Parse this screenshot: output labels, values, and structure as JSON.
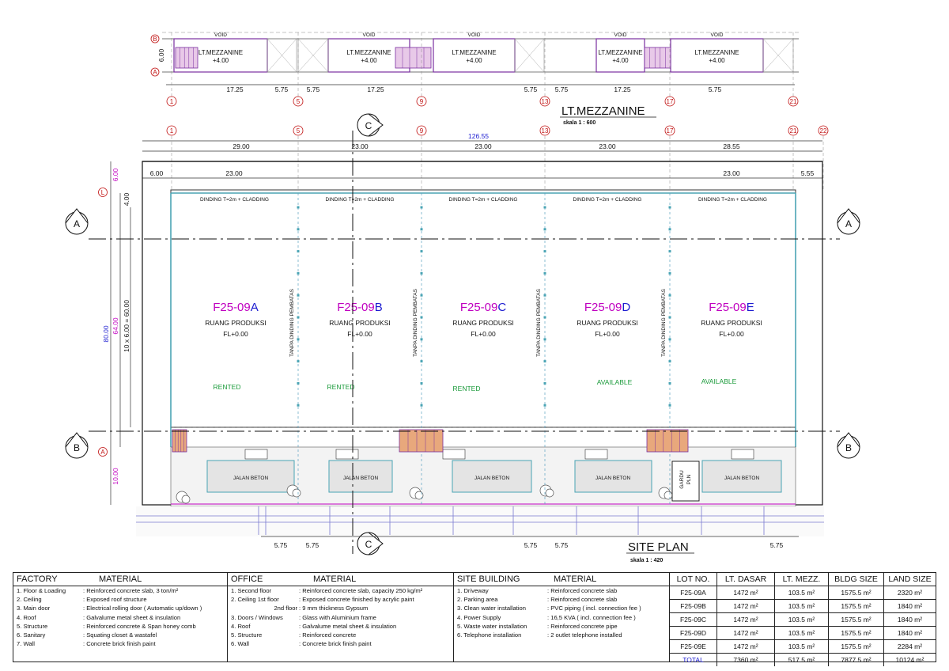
{
  "titles": {
    "mezzanine": "LT.MEZZANINE",
    "mezzanine_scale": "skala   1  :  600",
    "site": "SITE PLAN",
    "site_scale": "skala    1   :  420"
  },
  "mezzanine": {
    "void_label": "VOID",
    "unit_label": "LT.MEZZANINE",
    "unit_level": "+4.00",
    "height_dim": "6.00",
    "grid_letters": [
      "B",
      "A"
    ],
    "axes": [
      "1",
      "5",
      "9",
      "13",
      "17",
      "21"
    ],
    "dims": [
      "17.25",
      "5.75",
      "5.75",
      "17.25",
      "5.75",
      "5.75",
      "17.25",
      "5.75"
    ]
  },
  "site_plan": {
    "axes_top": [
      "1",
      "5",
      "9",
      "13",
      "17",
      "21",
      "22"
    ],
    "overall_width": "126.55",
    "bay_widths": [
      "29.00",
      "23.00",
      "23.00",
      "23.00",
      "28.55"
    ],
    "second_row_dims": [
      "6.00",
      "23.00",
      "23.00",
      "5.55"
    ],
    "left_dims": {
      "total": "80.00",
      "depth": "64.00",
      "bays": "10  x  6.00  =  60.00",
      "top": "4.00",
      "front": "6.00",
      "rear": "10.00"
    },
    "grid_labels": {
      "L": "L",
      "A": "A"
    },
    "section_marks": [
      "A",
      "B",
      "C"
    ],
    "wall_note": "DINDING T=2m + CLADDING",
    "partition_note": "TANPA DINDING PEMBATAS",
    "road_label": "JALAN BETON",
    "gardu": [
      "GARDU",
      "PLN"
    ],
    "bottom_dims": [
      "5.75",
      "5.75",
      "5.75",
      "5.75",
      "5.75"
    ],
    "units": [
      {
        "code": "F25-09",
        "letter": "A",
        "room": "RUANG PRODUKSI",
        "level": "FL+0.00",
        "status": "RENTED"
      },
      {
        "code": "F25-09",
        "letter": "B",
        "room": "RUANG PRODUKSI",
        "level": "FL+0.00",
        "status": "RENTED"
      },
      {
        "code": "F25-09",
        "letter": "C",
        "room": "RUANG PRODUKSI",
        "level": "FL+0.00",
        "status": "RENTED"
      },
      {
        "code": "F25-09",
        "letter": "D",
        "room": "RUANG PRODUKSI",
        "level": "FL+0.00",
        "status": "AVAILABLE"
      },
      {
        "code": "F25-09",
        "letter": "E",
        "room": "RUANG PRODUKSI",
        "level": "FL+0.00",
        "status": "AVAILABLE"
      }
    ]
  },
  "factory": {
    "head": [
      "FACTORY",
      "MATERIAL"
    ],
    "rows": [
      [
        "1. Floor & Loading",
        ": Reinforced concrete slab, 3 ton/m²"
      ],
      [
        "2. Ceiling",
        ": Exposed roof structure"
      ],
      [
        "3. Main door",
        ": Electrical rolling door  ( Automatic up/down )"
      ],
      [
        "4. Roof",
        ": Galvalume metal sheet & insulation"
      ],
      [
        "5. Structure",
        ": Reinforced concrete & Span honey comb"
      ],
      [
        "6. Sanitary",
        ": Squating closet & wastafel"
      ],
      [
        "7. Wall",
        ": Concrete brick finish paint"
      ]
    ]
  },
  "office": {
    "head": [
      "OFFICE",
      "MATERIAL"
    ],
    "rows": [
      [
        "1. Second floor",
        ": Reinforced concrete slab, capacity 250 kg/m²"
      ],
      [
        "2. Ceiling   1st floor",
        ": Exposed concrete finished by acrylic paint"
      ],
      [
        "2nd floor",
        ": 9 mm thickness Gypsum"
      ],
      [
        "3. Doors / Windows",
        ": Glass with Aluminium frame"
      ],
      [
        "4. Roof",
        ": Galvalume metal sheet & insulation"
      ],
      [
        "5. Structure",
        ": Reinforced concrete"
      ],
      [
        "6. Wall",
        ": Concrete brick finish paint"
      ]
    ]
  },
  "site_building": {
    "head": [
      "SITE BUILDING",
      "MATERIAL"
    ],
    "rows": [
      [
        "1. Driveway",
        ": Reinforced concrete slab"
      ],
      [
        "2. Parking area",
        ": Reinforced concrete slab"
      ],
      [
        "3. Clean water installation",
        ": PVC piping  ( incl. connection fee )"
      ],
      [
        "4. Power Supply",
        ": 16,5 KVA  ( incl. connection fee )"
      ],
      [
        "5. Waste water installation",
        ": Reinforced concrete pipe"
      ],
      [
        "6. Telephone installation",
        ": 2 outlet telephone installed"
      ]
    ]
  },
  "lots": {
    "head": [
      "LOT NO.",
      "LT. DASAR",
      "LT. MEZZ.",
      "BLDG SIZE",
      "LAND SIZE"
    ],
    "rows": [
      [
        "F25-09A",
        "1472 m²",
        "103.5  m²",
        "1575.5  m²",
        "2320  m²"
      ],
      [
        "F25-09B",
        "1472 m²",
        "103.5  m²",
        "1575.5  m²",
        "1840  m²"
      ],
      [
        "F25-09C",
        "1472 m²",
        "103.5  m²",
        "1575.5  m²",
        "1840  m²"
      ],
      [
        "F25-09D",
        "1472 m²",
        "103.5  m²",
        "1575.5  m²",
        "1840  m²"
      ],
      [
        "F25-09E",
        "1472 m²",
        "103.5  m²",
        "1575.5  m²",
        "2284  m²"
      ],
      [
        "TOTAL",
        "7360 m²",
        "517.5 m²",
        "7877.5  m²",
        "10124  m²"
      ]
    ]
  },
  "colors": {
    "unit_label": "#c000c0",
    "letter": "#1b1bd0",
    "status": "#1a9a3a",
    "axis": "#c01010"
  }
}
